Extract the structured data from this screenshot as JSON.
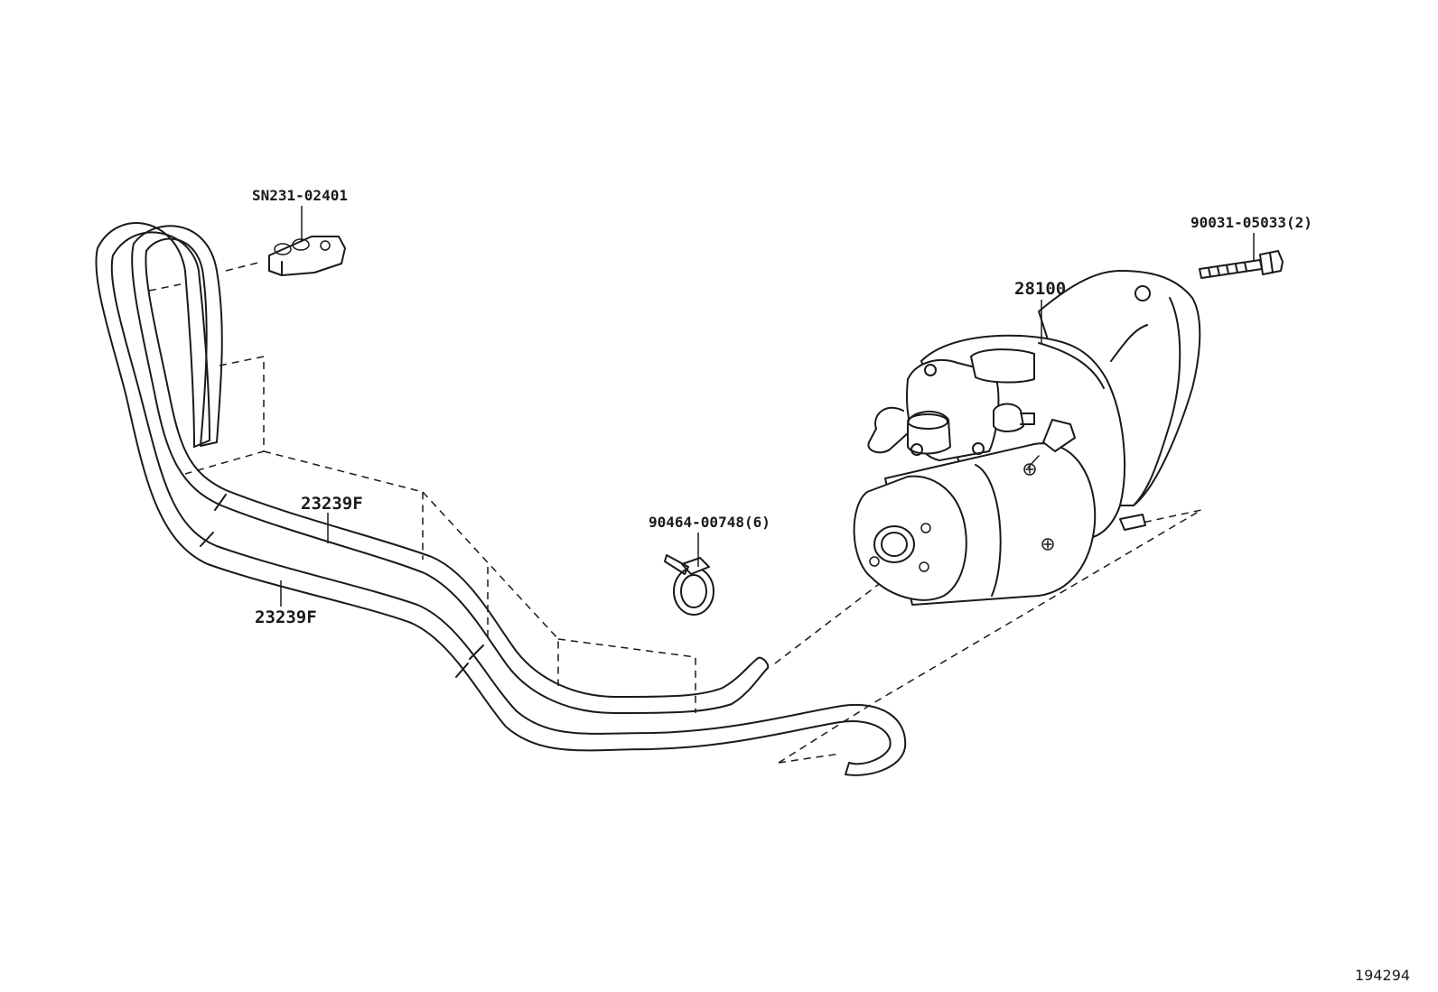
{
  "callouts": {
    "clamp": "SN231-02401",
    "bolt": "90031-05033(2)",
    "starter": "28100",
    "hose_upper": "23239F",
    "hose_lower": "23239F",
    "hose_clip": "90464-00748(6)"
  },
  "figure_number": "194294"
}
